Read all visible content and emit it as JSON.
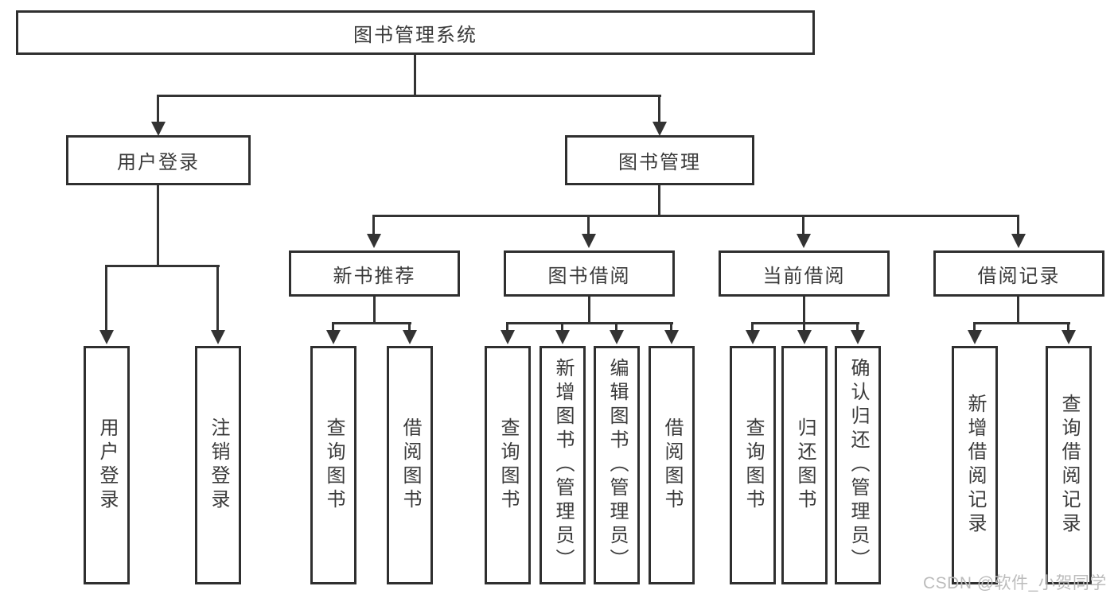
{
  "tree": {
    "label": "图书管理系统",
    "children": [
      {
        "label": "用户登录",
        "children": [
          {
            "label": "用户登录"
          },
          {
            "label": "注销登录"
          }
        ]
      },
      {
        "label": "图书管理",
        "children": [
          {
            "label": "新书推荐",
            "children": [
              {
                "label": "查询图书"
              },
              {
                "label": "借阅图书"
              }
            ]
          },
          {
            "label": "图书借阅",
            "children": [
              {
                "label": "查询图书"
              },
              {
                "label": "新增图书（管理员）"
              },
              {
                "label": "编辑图书（管理员）"
              },
              {
                "label": "借阅图书"
              }
            ]
          },
          {
            "label": "当前借阅",
            "children": [
              {
                "label": "查询图书"
              },
              {
                "label": "归还图书"
              },
              {
                "label": "确认归还（管理员）"
              }
            ]
          },
          {
            "label": "借阅记录",
            "children": [
              {
                "label": "新增借阅记录"
              },
              {
                "label": "查询借阅记录"
              }
            ]
          }
        ]
      }
    ]
  },
  "watermark": {
    "text": "CSDN @软件_小贺同学"
  },
  "colors": {
    "line": "#333333",
    "box_border": "#2f2f2f",
    "text": "#3a3a3a",
    "watermark": "#bcbcbc",
    "background": "#ffffff"
  }
}
